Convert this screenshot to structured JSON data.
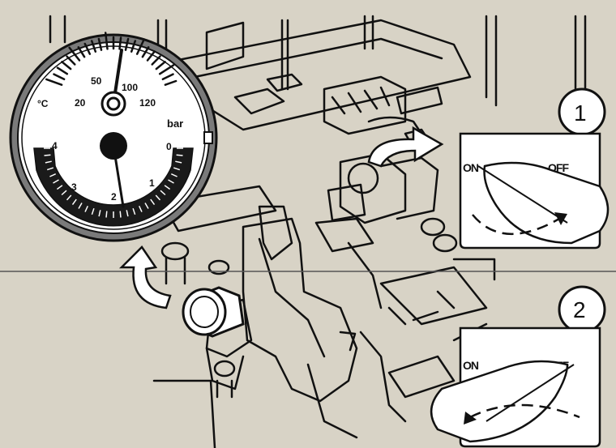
{
  "gauge": {
    "temperature": {
      "unit": "°C",
      "ticks": [
        "20",
        "50",
        "100",
        "120"
      ]
    },
    "pressure": {
      "unit": "bar",
      "ticks": [
        "4",
        "3",
        "2",
        "1",
        "0"
      ]
    }
  },
  "step1": {
    "number": "1",
    "on_label": "ON",
    "off_label": "OFF"
  },
  "step2": {
    "number": "2",
    "on_label": "ON",
    "off_label": "OFF"
  },
  "colors": {
    "background": "#d8d3c6",
    "line": "#111111",
    "panel": "#ffffff",
    "gauge_ring": "#7a7a7a",
    "gauge_band": "#1a1a1a"
  }
}
